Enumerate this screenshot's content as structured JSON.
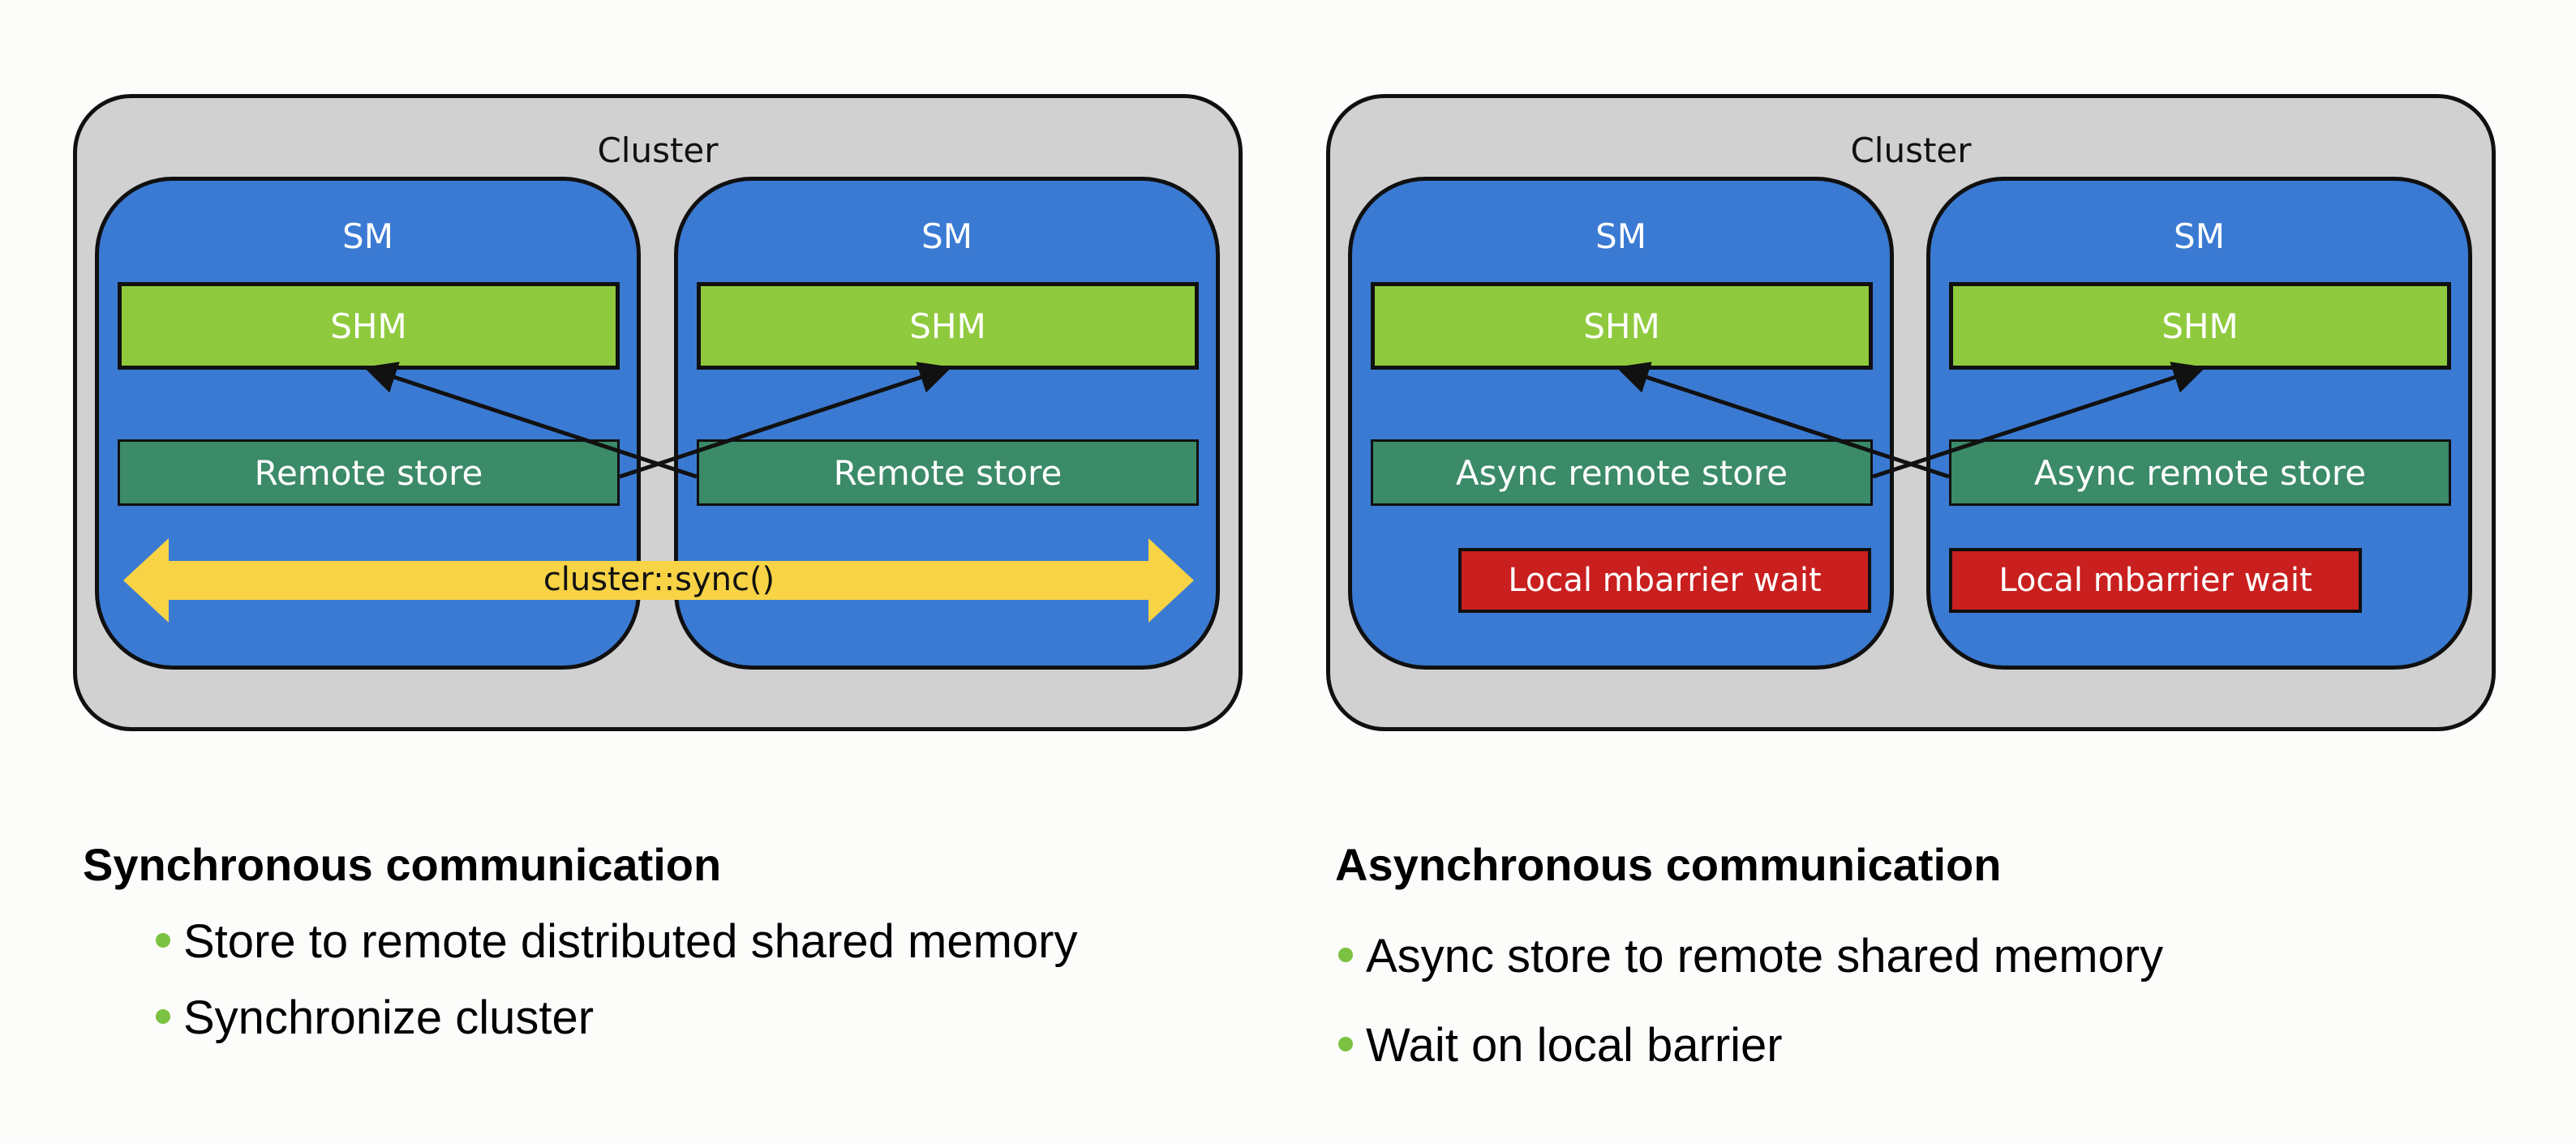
{
  "left_panel": {
    "cluster_label": "Cluster",
    "sm_left": {
      "label": "SM",
      "shm": "SHM",
      "store": "Remote store"
    },
    "sm_right": {
      "label": "SM",
      "shm": "SHM",
      "store": "Remote store"
    },
    "sync_label": "cluster::sync()"
  },
  "right_panel": {
    "cluster_label": "Cluster",
    "sm_left": {
      "label": "SM",
      "shm": "SHM",
      "store": "Async remote store",
      "wait": "Local mbarrier wait"
    },
    "sm_right": {
      "label": "SM",
      "shm": "SHM",
      "store": "Async remote store",
      "wait": "Local mbarrier wait"
    }
  },
  "left_text": {
    "heading": "Synchronous communication",
    "bullets": [
      "Store to remote distributed shared memory",
      "Synchronize cluster"
    ]
  },
  "right_text": {
    "heading": "Asynchronous communication",
    "bullets": [
      "Async store to remote shared memory",
      "Wait on local barrier"
    ]
  },
  "colors": {
    "cluster_fill": "#d1d1d1",
    "sm_fill": "#3a7ad3",
    "shm_fill": "#8fca3e",
    "store_fill": "#3b8a68",
    "wait_fill": "#c91f1f",
    "sync_arrow": "#f7d345",
    "bullet_dot": "#7cc242"
  }
}
